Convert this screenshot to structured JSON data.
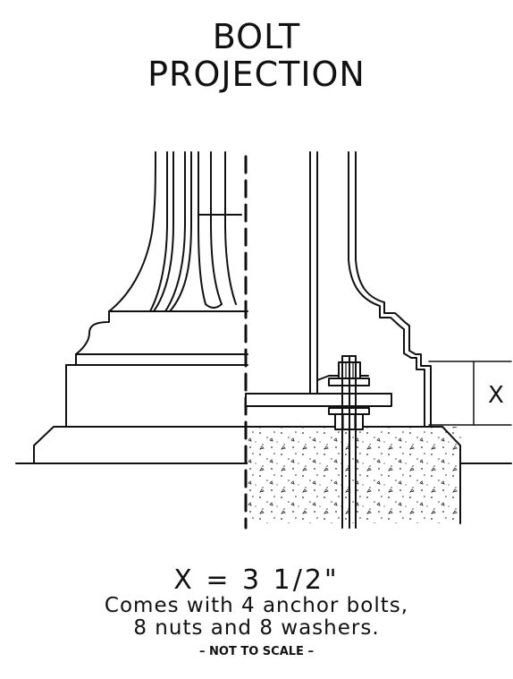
{
  "title": {
    "line1": "BOLT",
    "line2": "PROJECTION"
  },
  "dimension_label": "X",
  "notes": {
    "formula": "X = 3 1/2\"",
    "line1": "Comes with 4 anchor bolts,",
    "line2": "8 nuts and 8 washers.",
    "scale": "– NOT TO SCALE –"
  }
}
